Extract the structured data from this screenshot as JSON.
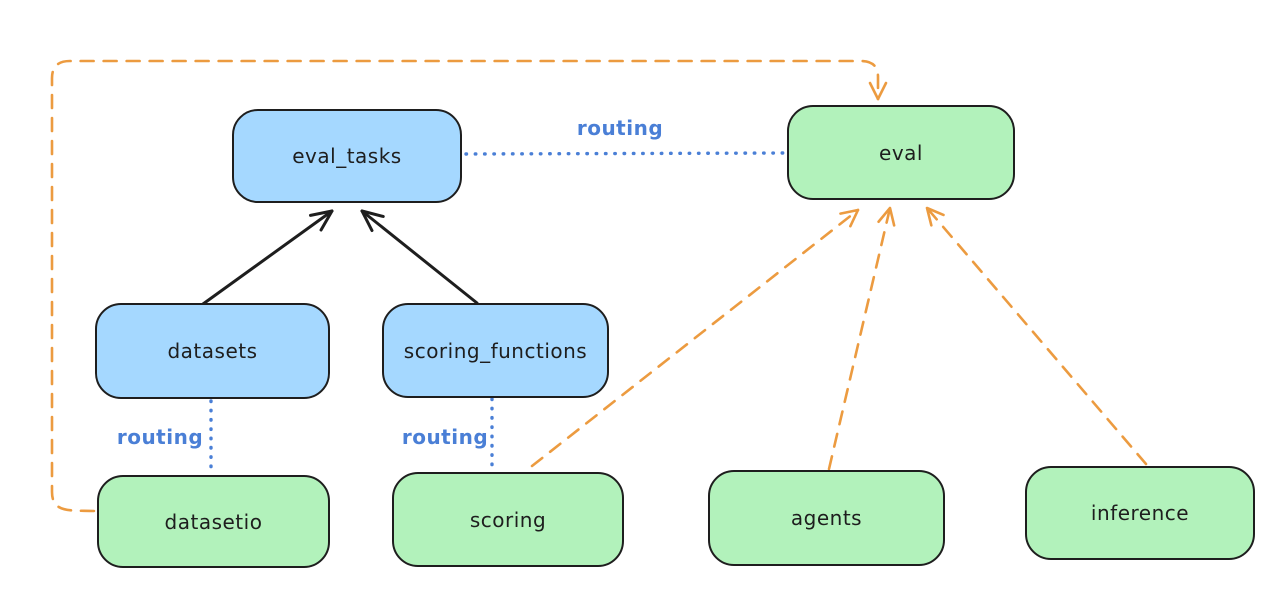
{
  "diagram": {
    "type": "graph",
    "background": "#ffffff",
    "nodes": [
      {
        "id": "eval_tasks",
        "label": "eval_tasks",
        "kind": "resource",
        "fill": "#a5d8ff"
      },
      {
        "id": "datasets",
        "label": "datasets",
        "kind": "resource",
        "fill": "#a5d8ff"
      },
      {
        "id": "scoring_functions",
        "label": "scoring_functions",
        "kind": "resource",
        "fill": "#a5d8ff"
      },
      {
        "id": "eval",
        "label": "eval",
        "kind": "api",
        "fill": "#b2f2bb"
      },
      {
        "id": "datasetio",
        "label": "datasetio",
        "kind": "api",
        "fill": "#b2f2bb"
      },
      {
        "id": "scoring",
        "label": "scoring",
        "kind": "api",
        "fill": "#b2f2bb"
      },
      {
        "id": "agents",
        "label": "agents",
        "kind": "api",
        "fill": "#b2f2bb"
      },
      {
        "id": "inference",
        "label": "inference",
        "kind": "api",
        "fill": "#b2f2bb"
      }
    ],
    "edges": [
      {
        "from": "datasets",
        "to": "eval_tasks",
        "style": "solid",
        "arrow": true,
        "color": "#1e1e1e"
      },
      {
        "from": "scoring_functions",
        "to": "eval_tasks",
        "style": "solid",
        "arrow": true,
        "color": "#1e1e1e"
      },
      {
        "from": "eval_tasks",
        "to": "eval",
        "style": "dotted",
        "arrow": false,
        "color": "#4a7fd6",
        "label": "routing"
      },
      {
        "from": "datasets",
        "to": "datasetio",
        "style": "dotted",
        "arrow": false,
        "color": "#4a7fd6",
        "label": "routing"
      },
      {
        "from": "scoring_functions",
        "to": "scoring",
        "style": "dotted",
        "arrow": false,
        "color": "#4a7fd6",
        "label": "routing"
      },
      {
        "from": "datasetio",
        "to": "eval",
        "style": "dashed",
        "arrow": true,
        "color": "#ec9b40"
      },
      {
        "from": "scoring",
        "to": "eval",
        "style": "dashed",
        "arrow": true,
        "color": "#ec9b40"
      },
      {
        "from": "agents",
        "to": "eval",
        "style": "dashed",
        "arrow": true,
        "color": "#ec9b40"
      },
      {
        "from": "inference",
        "to": "eval",
        "style": "dashed",
        "arrow": true,
        "color": "#ec9b40"
      }
    ],
    "colors": {
      "blue_node_fill": "#a5d8ff",
      "green_node_fill": "#b2f2bb",
      "node_stroke": "#1e1e1e",
      "routing_blue": "#4a7fd6",
      "dependency_orange": "#ec9b40"
    }
  }
}
